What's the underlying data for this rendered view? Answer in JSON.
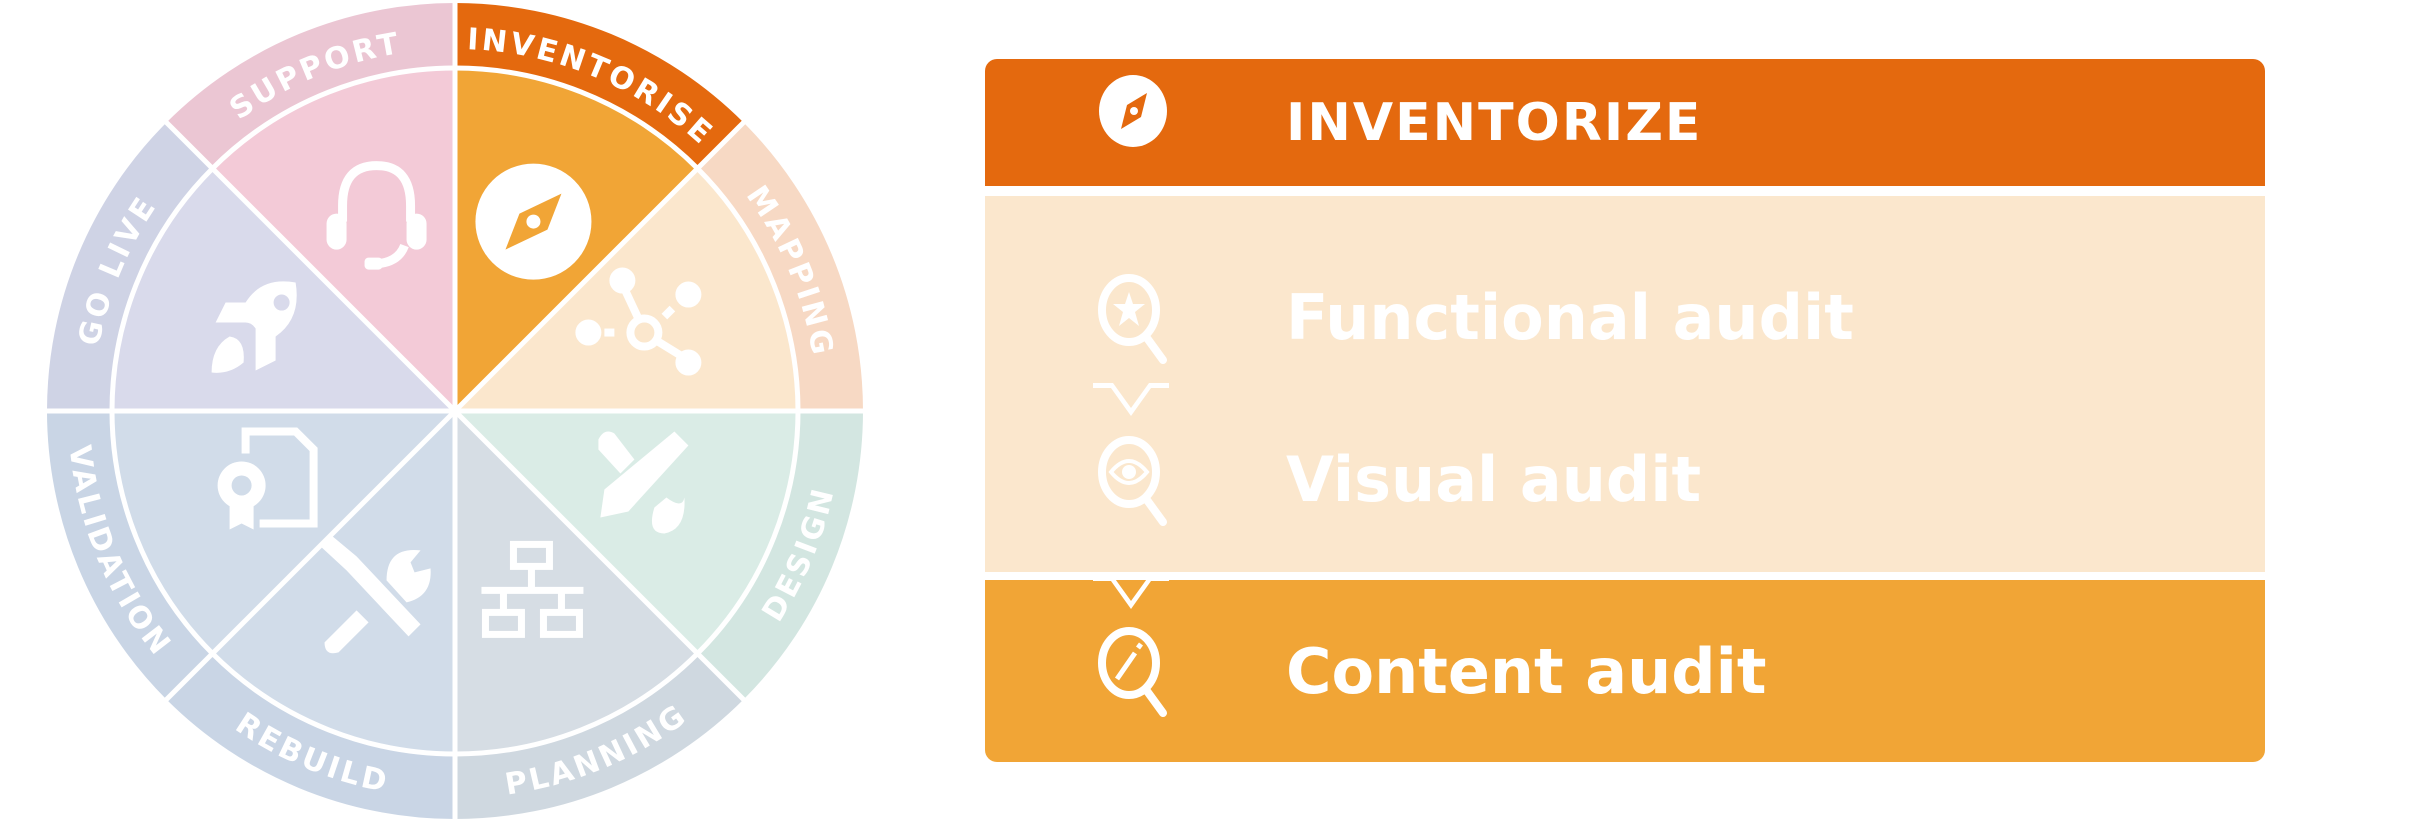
{
  "wheel": {
    "center_label": "",
    "segments": [
      {
        "id": "inventorise",
        "label": "INVENTORISE",
        "outer": "#E4690E",
        "inner": "#F1A536",
        "icon": "compass-icon",
        "active": true
      },
      {
        "id": "mapping",
        "label": "MAPPING",
        "outer": "#F7D9C4",
        "inner": "#FBE7CD",
        "icon": "network-icon"
      },
      {
        "id": "design",
        "label": "DESIGN",
        "outer": "#D3E6E1",
        "inner": "#DAECE6",
        "icon": "pencil-brush-icon"
      },
      {
        "id": "planning",
        "label": "PLANNING",
        "outer": "#CFD8E0",
        "inner": "#D6DDE4",
        "icon": "sitemap-icon"
      },
      {
        "id": "rebuild",
        "label": "REBUILD",
        "outer": "#C9D5E5",
        "inner": "#D1DCE9",
        "icon": "tools-icon"
      },
      {
        "id": "validation",
        "label": "VALIDATION",
        "outer": "#C9D5E5",
        "inner": "#D1DCE9",
        "icon": "certificate-icon"
      },
      {
        "id": "golive",
        "label": "GO LIVE",
        "outer": "#CFD3E5",
        "inner": "#D9DAEB",
        "icon": "rocket-icon"
      },
      {
        "id": "support",
        "label": "SUPPORT",
        "outer": "#EBC6D3",
        "inner": "#F3CAD7",
        "icon": "headset-icon"
      }
    ]
  },
  "panel": {
    "rows": [
      {
        "label": "INVENTORIZE",
        "color": "#E4690E",
        "icon": "compass-icon"
      },
      {
        "label": "Functional audit",
        "color": "#FBE7CD",
        "icon": "search-star-icon"
      },
      {
        "label": "Visual audit",
        "color": "#FBE7CD",
        "icon": "search-eye-icon"
      },
      {
        "label": "Content audit",
        "color": "#F1A536",
        "icon": "search-pencil-icon"
      }
    ]
  }
}
